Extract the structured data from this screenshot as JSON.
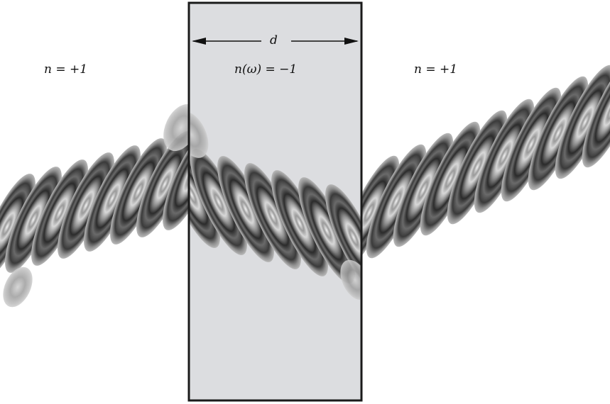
{
  "figure": {
    "left_medium_label": "n = +1",
    "slab_label": "n(ω) = −1",
    "right_medium_label": "n = +1",
    "thickness_label": "d",
    "colors": {
      "slab_fill": "#dcdde0",
      "slab_border": "#1a1a1a",
      "wave_light": "#bdbdbd",
      "wave_mid": "#8a8a8a",
      "wave_dark": "#2a2a2a",
      "background": "#ffffff"
    }
  }
}
